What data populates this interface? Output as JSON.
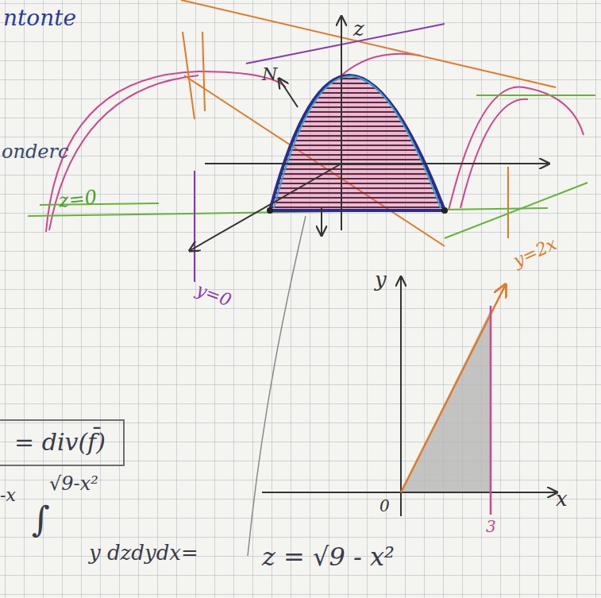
{
  "diagram": {
    "nodes": [
      {
        "text": [
          "= div(f̄)"
        ]
      }
    ],
    "labels": [
      "ntonte",
      "onderc",
      "z=0",
      "y=0",
      "z",
      "N",
      "y",
      "y=2x",
      "0",
      "3",
      "x",
      "-x",
      "√9-x²",
      "∫",
      "y dzdydx=",
      "z = √9 - x²"
    ]
  }
}
